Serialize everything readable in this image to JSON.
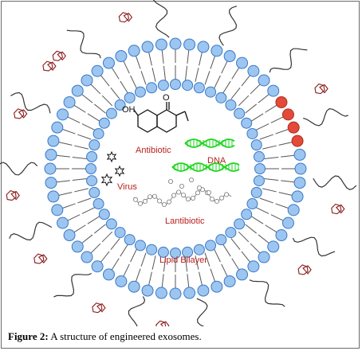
{
  "figure": {
    "caption_label": "Figure 2:",
    "caption_text": " A structure of engineered exosomes."
  },
  "labels": {
    "antibiotic": "Antibiotic",
    "dna": "DNA",
    "virus": "Virus",
    "lantibiotic": "Lantibiotic",
    "lipid_bilayer": "Lipid Bilayer",
    "oh": "OH",
    "o": "O"
  },
  "colors": {
    "lipid_head": "#9cc6f0",
    "lipid_head_stroke": "#3a78c8",
    "highlight_head": "#e34a3a",
    "label_red": "#b8201c",
    "dna_green": "#1fd41f",
    "antibody_red": "#8b1a1a",
    "glycan_line": "#333333"
  },
  "icons": [
    "antibiotic-molecule-icon",
    "dna-helix-icon",
    "virus-star-icon",
    "lantibiotic-peptide-icon",
    "surface-glycan-icon"
  ]
}
